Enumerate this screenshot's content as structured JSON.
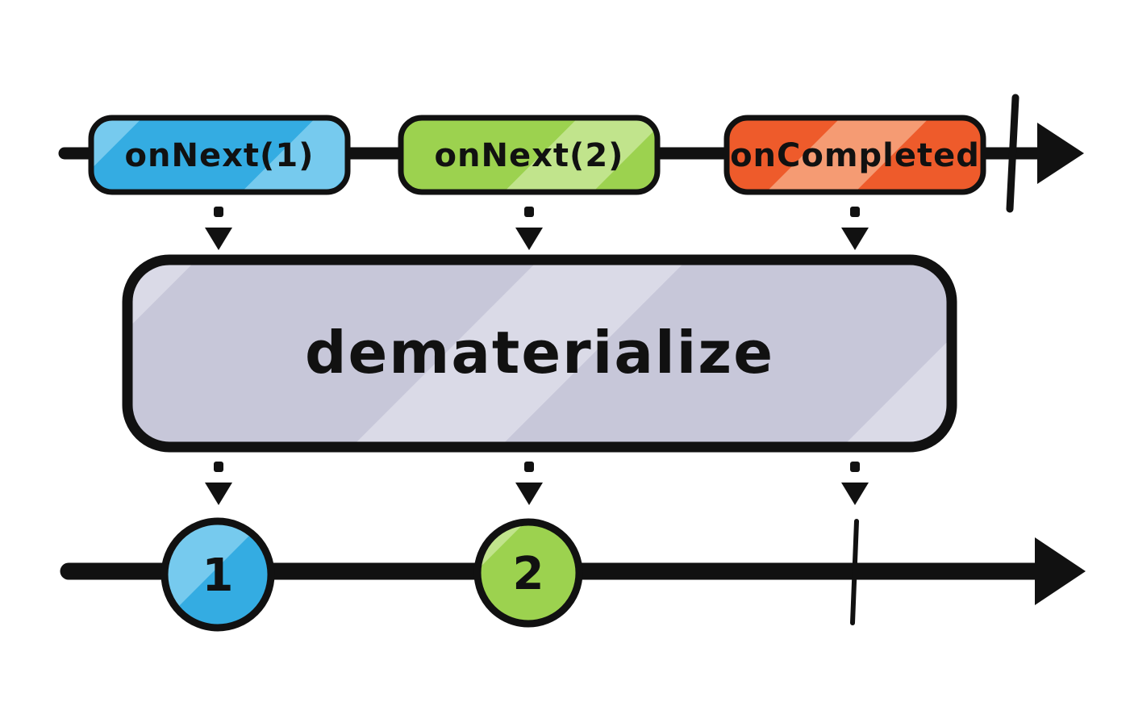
{
  "operator": {
    "label": "dematerialize"
  },
  "source_timeline": {
    "events": [
      {
        "label": "onNext(1)",
        "color": "#34ace2"
      },
      {
        "label": "onNext(2)",
        "color": "#9cd24f"
      },
      {
        "label": "onCompleted",
        "color": "#ee5b2b"
      }
    ],
    "completed": true
  },
  "output_timeline": {
    "events": [
      {
        "label": "1",
        "color": "#34ace2"
      },
      {
        "label": "2",
        "color": "#9cd24f"
      }
    ],
    "completed": true
  },
  "colors": {
    "ink": "#111111",
    "blue": "#34ace2",
    "blue_light": "#76caee",
    "green": "#9cd24f",
    "green_light": "#c1e48c",
    "orange": "#ee5b2b",
    "orange_light": "#f59b73",
    "operator_fill": "#c7c7d9",
    "operator_fill_light": "#dadae7",
    "background": "#ffffff"
  }
}
